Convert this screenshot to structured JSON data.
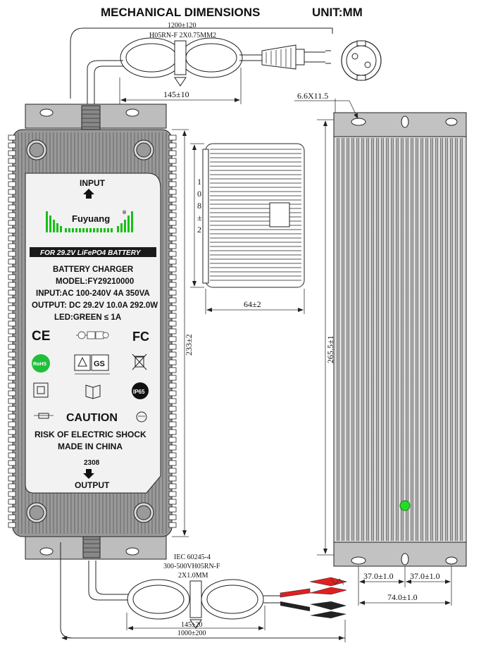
{
  "header": {
    "title": "MECHANICAL DIMENSIONS",
    "unit": "UNIT:MM"
  },
  "input_cable": {
    "length": "1200±120",
    "type": "H05RN-F 2X0.75MM2",
    "coil": "145±10"
  },
  "output_cable": {
    "standard": "IEC 60245-4",
    "type": "300-500VH05RN-F",
    "size": "2X1.0MM",
    "coil": "145±20",
    "length": "1000±200"
  },
  "dimensions": {
    "hole": "6.6X11.5",
    "body_length": "233±2",
    "total_length": "265.5±1",
    "height": "108±2",
    "height_chars": [
      "1",
      "0",
      "8",
      "±",
      "2"
    ],
    "width": "64±2",
    "mount_spacing_left": "37.0±1.0",
    "mount_spacing_right": "37.0±1.0",
    "mount_total": "74.0±1.0"
  },
  "label": {
    "input": "INPUT",
    "brand": "Fuyuang",
    "registered": "®",
    "battery_banner": "FOR 29.2V LiFePO4 BATTERY",
    "title": "BATTERY CHARGER",
    "model": "MODEL:FY29210000",
    "input_spec": "INPUT:AC 100-240V 4A 350VA",
    "output_spec": "OUTPUT: DC 29.2V 10.0A 292.0W",
    "led": "LED:GREEN ≤  1A",
    "ce": "CE",
    "fc": "FC",
    "rohs": "RoHS",
    "gs": "GS",
    "ip65": "IP65",
    "caution": "CAUTION",
    "risk": "RISK OF ELECTRIC SHOCK",
    "made_in": "MADE IN CHINA",
    "date_code": "2308",
    "output": "OUTPUT"
  },
  "colors": {
    "body_gray": "#bfbfbf",
    "fin_dark": "#6e6e6e",
    "label_bg": "#f2f2f2",
    "banner_bg": "#1a1a1a",
    "logo_green": "#18c018",
    "rohs_green": "#1fbf3a",
    "led_green": "#22dd22",
    "clip_red": "#e02020",
    "clip_black": "#222222"
  }
}
